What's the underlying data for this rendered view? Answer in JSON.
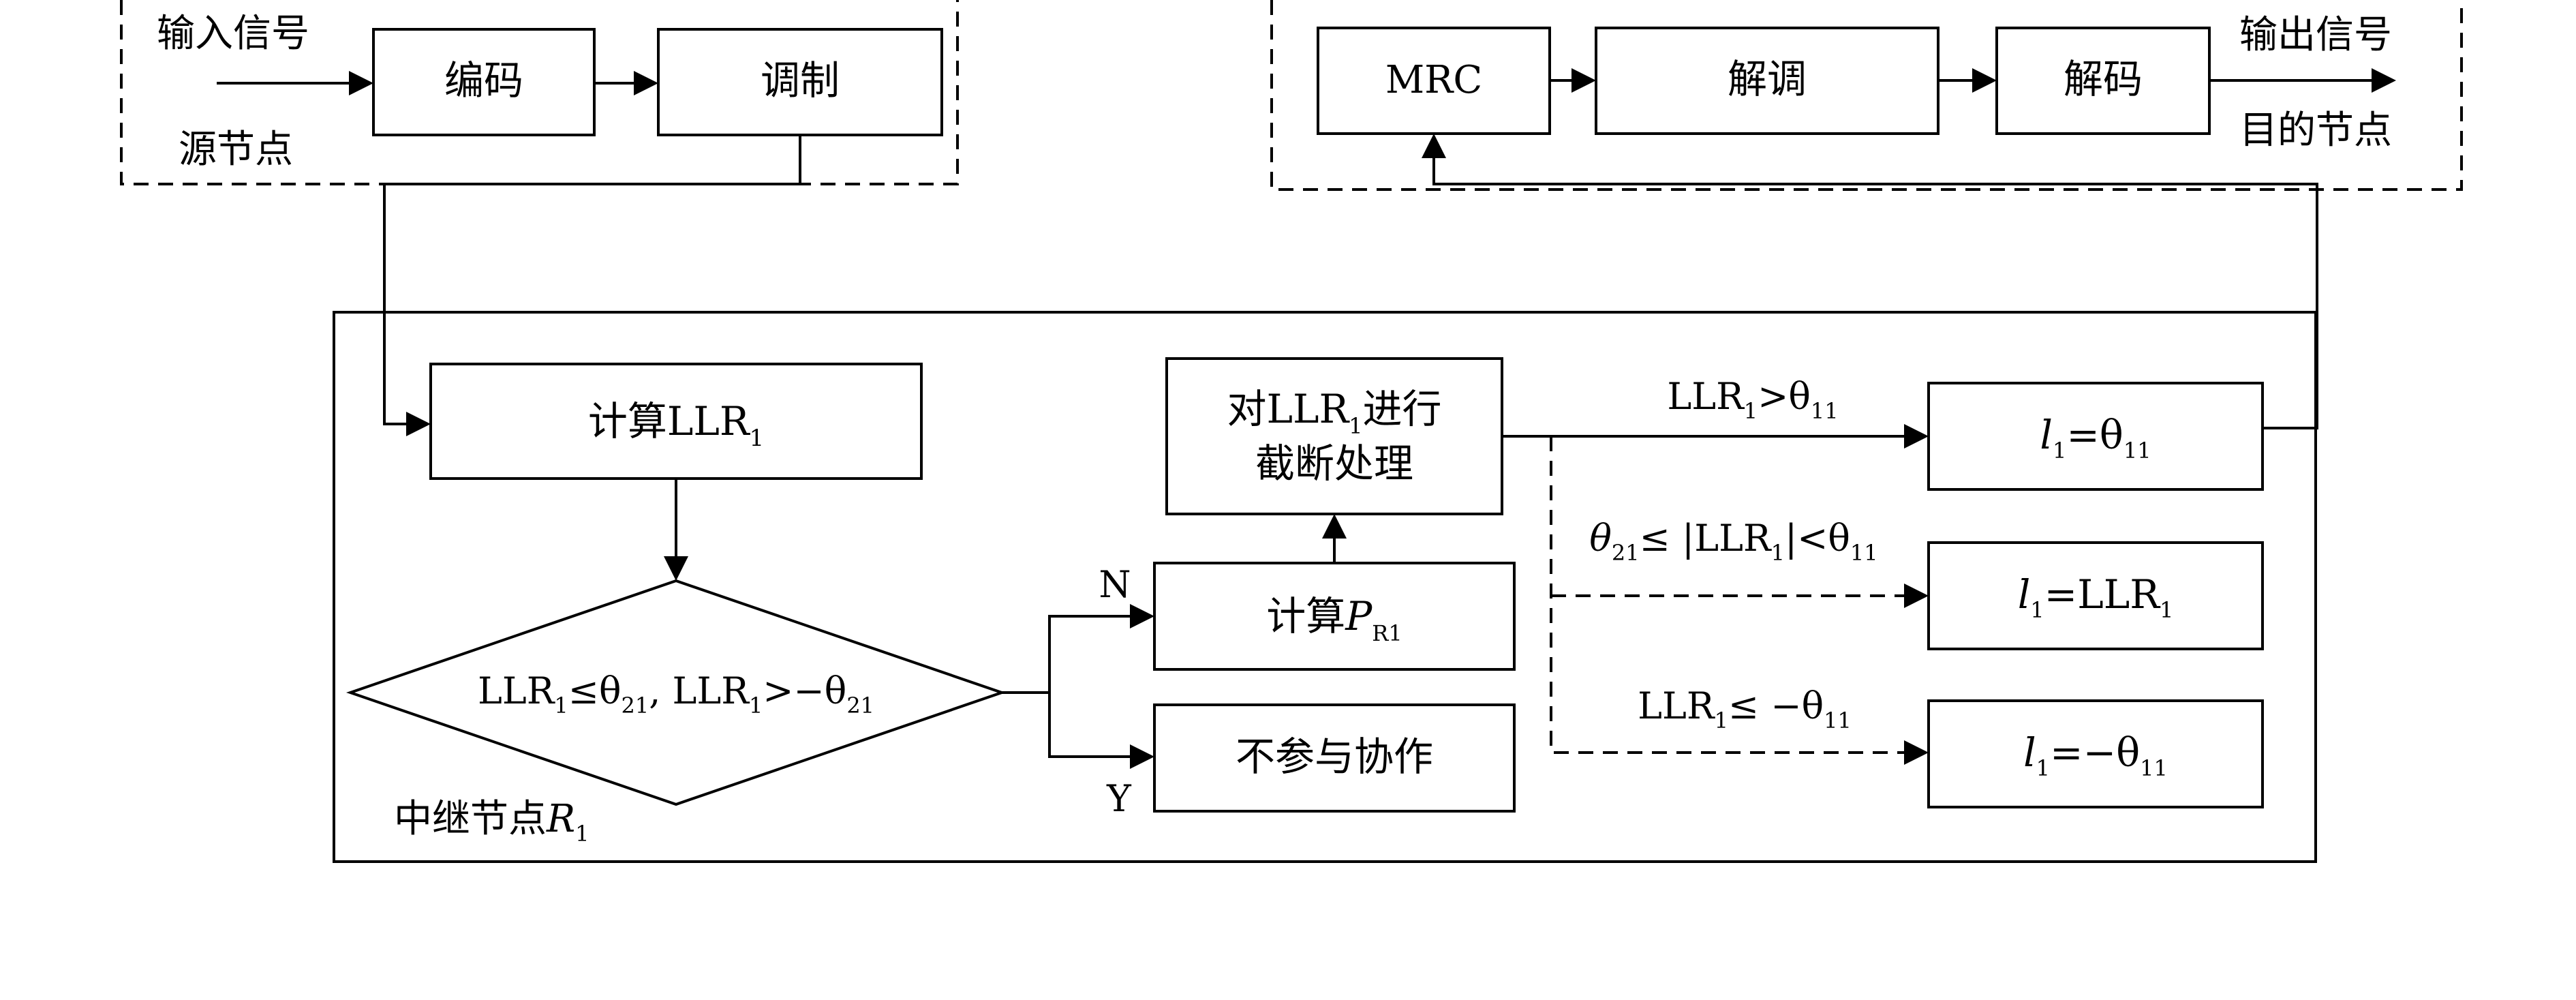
{
  "source": {
    "input_label": "输入信号",
    "name": "源节点",
    "encode": "编码",
    "modulate": "调制"
  },
  "destination": {
    "mrc": "MRC",
    "demodulate": "解调",
    "decode": "解码",
    "output_label": "输出信号",
    "name": "目的节点"
  },
  "relay": {
    "name": "中继节点",
    "name_symbol": "R",
    "name_sub": "1",
    "compute_llr": {
      "prefix": "计算LLR",
      "sub": "1"
    },
    "condition": {
      "a": "LLR",
      "a_sub": "1",
      "a_op": "≤θ",
      "a_op_sub": "21",
      "sep": ", ",
      "b": "LLR",
      "b_sub": "1",
      "b_op": ">−θ",
      "b_op_sub": "21"
    },
    "branch_no": "N",
    "branch_yes": "Y",
    "compute_p": {
      "prefix": "计算",
      "symbol": "P",
      "sub": "R1"
    },
    "no_cooperate": "不参与协作",
    "truncate": {
      "line1_prefix": "对LLR",
      "line1_sub": "1",
      "line1_suffix": "进行",
      "line2": "截断处理"
    },
    "rules": [
      {
        "cond": "LLR",
        "cond_sub": "1",
        "cond_op": ">θ",
        "cond_op_sub": "11",
        "res_l": "l",
        "res_l_sub": "1",
        "res": "=θ",
        "res_sub": "11"
      },
      {
        "cond_pre": "θ",
        "cond_pre_sub": "21",
        "cond": "≤ |LLR",
        "cond_sub": "1",
        "cond_op": "|<θ",
        "cond_op_sub": "11",
        "res_l": "l",
        "res_l_sub": "1",
        "res": "=LLR",
        "res_sub": "1"
      },
      {
        "cond": "LLR",
        "cond_sub": "1",
        "cond_op": "≤ −θ",
        "cond_op_sub": "11",
        "res_l": "l",
        "res_l_sub": "1",
        "res": "=−θ",
        "res_sub": "11"
      }
    ]
  }
}
